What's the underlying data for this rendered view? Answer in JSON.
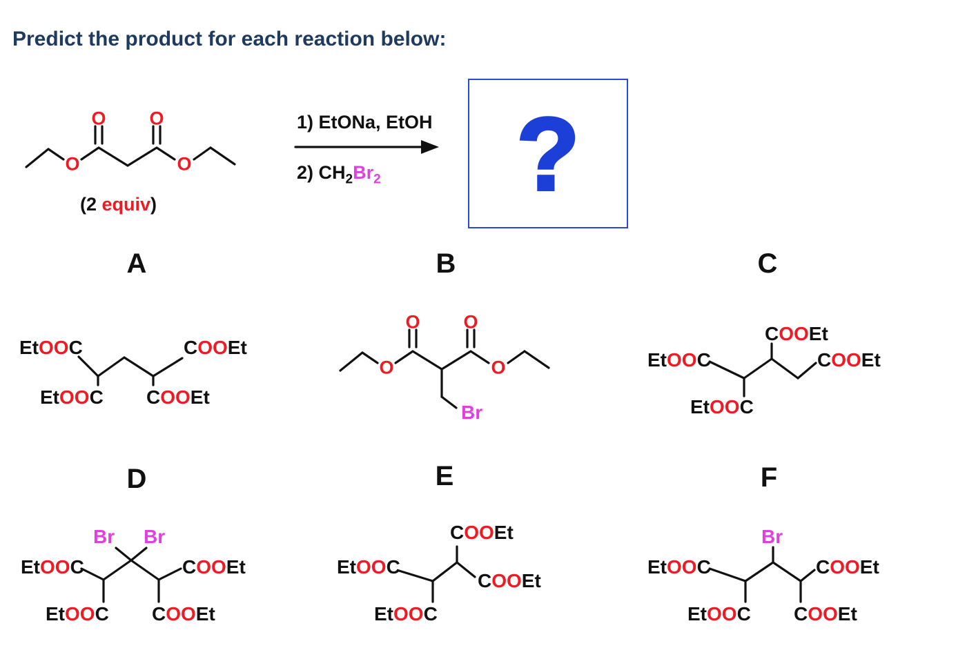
{
  "title": "Predict the product for each reaction below:",
  "colors": {
    "title_navy": "#1e3a5f",
    "atom_red": "#ed1c24",
    "halogen_magenta": "#e040dd",
    "question_blue": "#1c3fd8",
    "bond_black": "#111111"
  },
  "reagent": {
    "equiv_pre": "(2 ",
    "equiv_word": "equiv",
    "equiv_post": ")"
  },
  "conditions": {
    "step1": "1) EtONa, EtOH",
    "step2_pre": "2) CH",
    "step2_sub1": "2",
    "step2_halide": "Br",
    "step2_sub2": "2"
  },
  "product_box": {
    "question_mark": "?"
  },
  "tokens": {
    "etooc": {
      "p1": "Et",
      "p2": "OO",
      "p3": "C"
    },
    "cooet": {
      "p1": "C",
      "p2": "OO",
      "p3": "Et"
    },
    "oxygen": "O",
    "bromine": "Br"
  },
  "options": {
    "a": "A",
    "b": "B",
    "c": "C",
    "d": "D",
    "e": "E",
    "f": "F"
  }
}
